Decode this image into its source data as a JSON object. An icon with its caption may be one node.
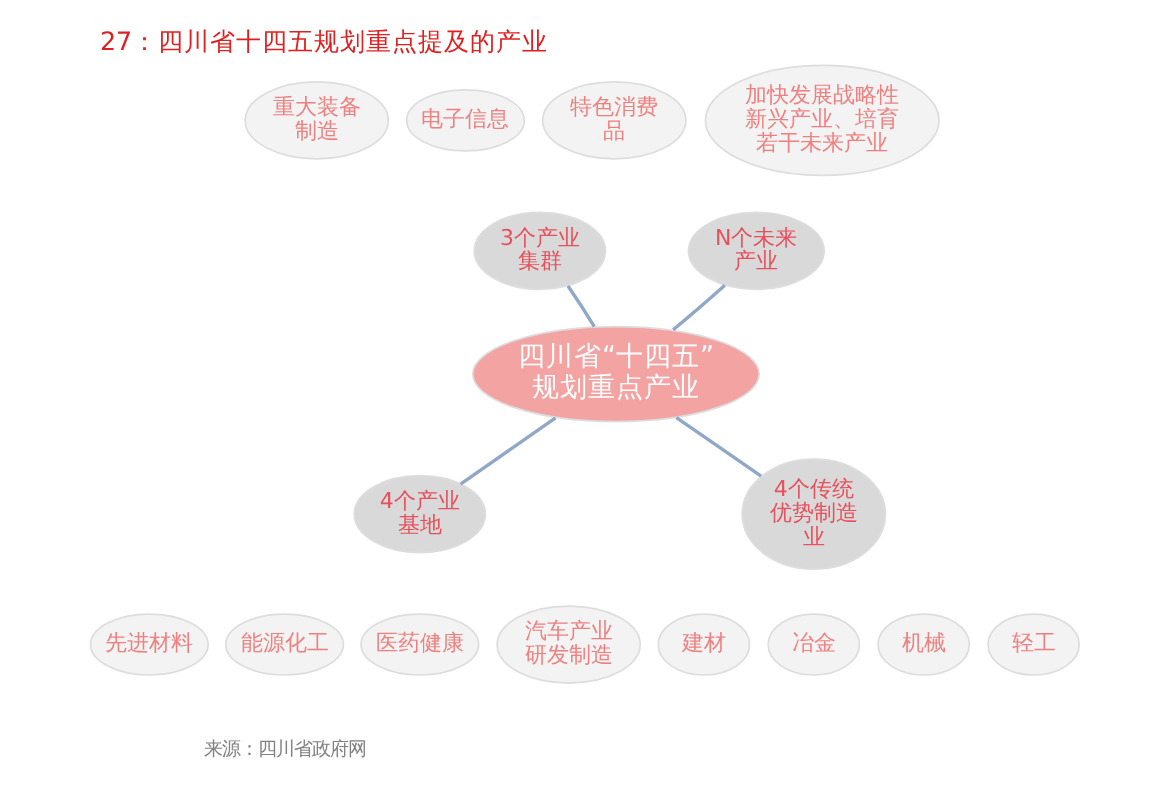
{
  "diagram": {
    "title": "27：四川省十四五规划重点提及的产业",
    "caption": "来源：四川省政府网",
    "nodes": [
      {
        "text": [
          "四川省“十四五”规划重点产业"
        ]
      },
      {
        "text": [
          "3个产业集群"
        ]
      },
      {
        "text": [
          "重大装备制造"
        ]
      },
      {
        "text": [
          "电子信息"
        ]
      },
      {
        "text": [
          "特色消费品"
        ]
      },
      {
        "text": [
          "N个未来产业"
        ]
      },
      {
        "text": [
          "加快发展战略性新兴产业、培育若干未来产业"
        ]
      },
      {
        "text": [
          "4个产业基地"
        ]
      },
      {
        "text": [
          "先进材料"
        ]
      },
      {
        "text": [
          "能源化工"
        ]
      },
      {
        "text": [
          "医药健康"
        ]
      },
      {
        "text": [
          "汽车产业研发制造"
        ]
      },
      {
        "text": [
          "4个传统优势制造业"
        ]
      },
      {
        "text": [
          "建材"
        ]
      },
      {
        "text": [
          "冶金"
        ]
      },
      {
        "text": [
          "机械"
        ]
      },
      {
        "text": [
          "轻工"
        ]
      }
    ],
    "edges": [
      {
        "from": 0,
        "to": 1,
        "arrow": "none"
      },
      {
        "from": 0,
        "to": 5,
        "arrow": "none"
      },
      {
        "from": 0,
        "to": 7,
        "arrow": "none"
      },
      {
        "from": 0,
        "to": 12,
        "arrow": "none"
      }
    ]
  }
}
